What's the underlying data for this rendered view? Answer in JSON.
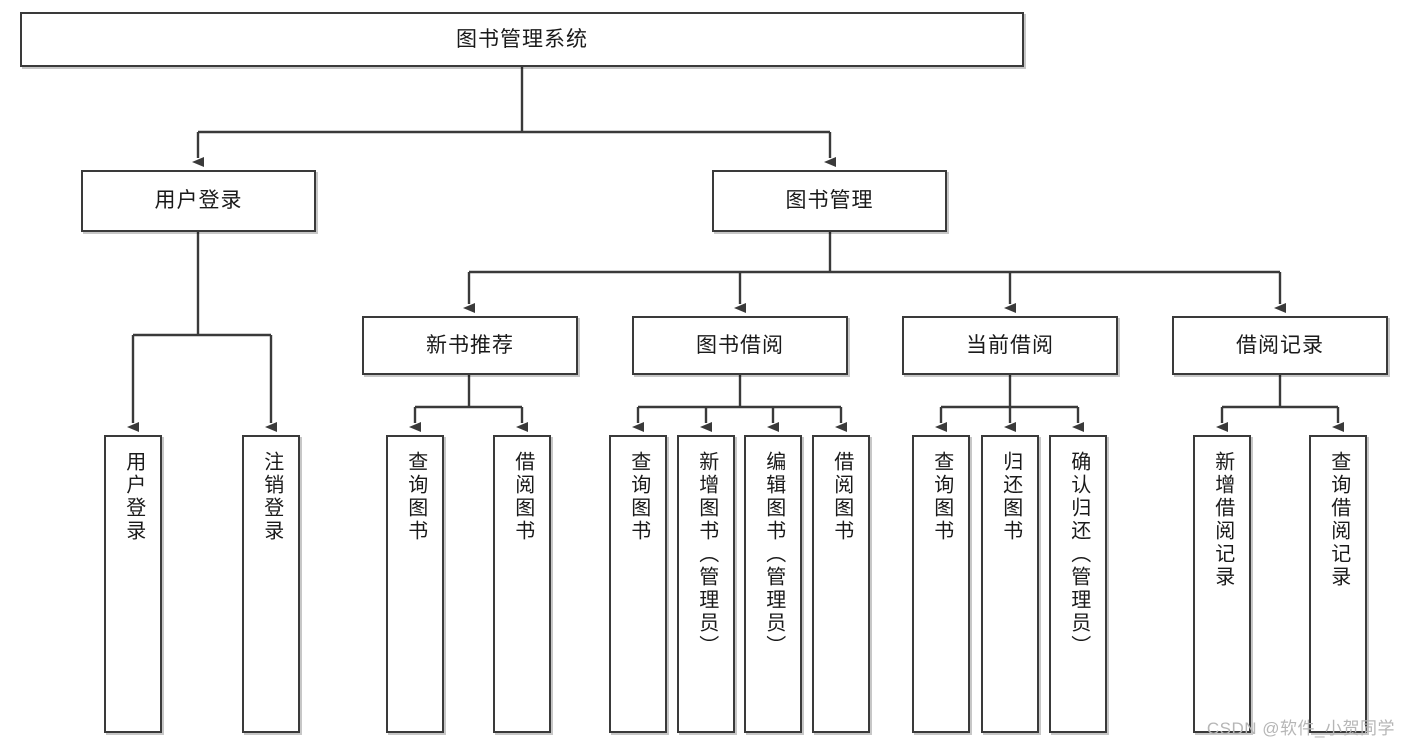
{
  "diagram": {
    "title": "图书管理系统",
    "type": "tree",
    "watermark": "CSDN @软件_小贺同学",
    "root": {
      "label": "图书管理系统"
    },
    "level2": [
      {
        "label": "用户登录"
      },
      {
        "label": "图书管理"
      }
    ],
    "level3": [
      {
        "label": "新书推荐"
      },
      {
        "label": "图书借阅"
      },
      {
        "label": "当前借阅"
      },
      {
        "label": "借阅记录"
      }
    ],
    "leaves": {
      "user_login": [
        {
          "label": "用户登录"
        },
        {
          "label": "注销登录"
        }
      ],
      "new_book_recommend": [
        {
          "label": "查询图书"
        },
        {
          "label": "借阅图书"
        }
      ],
      "book_borrow": [
        {
          "label": "查询图书"
        },
        {
          "label": "新增图书（管理员）"
        },
        {
          "label": "编辑图书（管理员）"
        },
        {
          "label": "借阅图书"
        }
      ],
      "current_borrow": [
        {
          "label": "查询图书"
        },
        {
          "label": "归还图书"
        },
        {
          "label": "确认归还（管理员）"
        }
      ],
      "borrow_records": [
        {
          "label": "新增借阅记录"
        },
        {
          "label": "查询借阅记录"
        }
      ]
    },
    "colors": {
      "stroke": "#3a3a3a",
      "fill": "#ffffff",
      "text": "#1a1a1a",
      "watermark": "#b6b6b6"
    }
  }
}
